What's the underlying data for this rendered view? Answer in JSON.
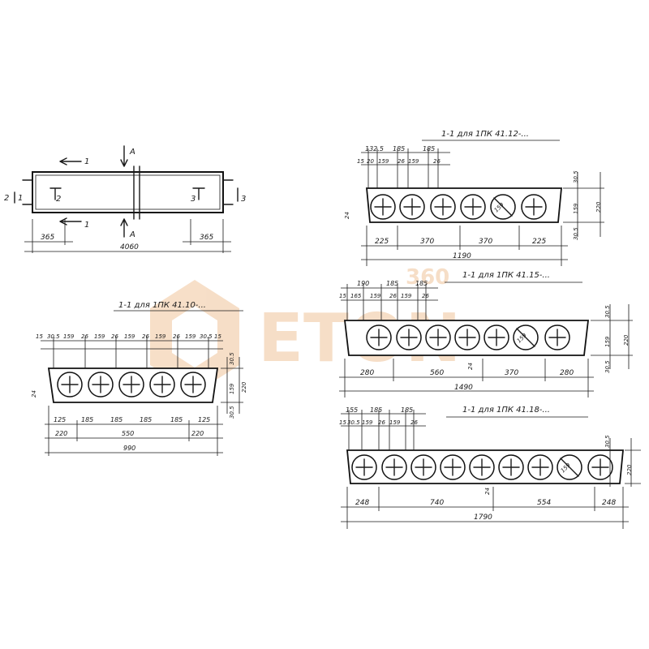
{
  "plan": {
    "labels": {
      "section_a": "A",
      "section_1": "1",
      "section_2": "2",
      "section_3": "3",
      "cut_a_bottom": "A",
      "cut_1_bottom": "1",
      "mark_2": "2",
      "mark_3": "3",
      "mark_1": "1",
      "mark_3b": "3"
    },
    "dims": {
      "left": "365",
      "right": "365",
      "total": "4060"
    }
  },
  "sections": [
    {
      "title": "1-1   для 1ПК 41.10-...",
      "top_dims": [
        "15",
        "30.5",
        "159",
        "26",
        "159",
        "26",
        "159",
        "26",
        "159",
        "26",
        "159",
        "30.5",
        "15"
      ],
      "right_dims": [
        "30.5",
        "159",
        "220",
        "30.5"
      ],
      "left_dim": "24",
      "row1": [
        "125",
        "185",
        "185",
        "185",
        "185",
        "125"
      ],
      "row2": [
        "220",
        "550",
        "220"
      ],
      "total": "990"
    },
    {
      "title": "1-1   для 1ПК 41.12-...",
      "top_row1": [
        "132.5",
        "185",
        "185"
      ],
      "top_row2": [
        "15",
        "20",
        "159",
        "26",
        "159",
        "26"
      ],
      "right_dims": [
        "30.5",
        "159",
        "220",
        "30.5"
      ],
      "left_dim": "24",
      "hole_label": "159",
      "row1": [
        "225",
        "370",
        "370",
        "225"
      ],
      "total": "1190"
    },
    {
      "title": "1-1   для 1ПК 41.15-...",
      "top_row1": [
        "190",
        "185",
        "185"
      ],
      "top_row2": [
        "15",
        "165",
        "159",
        "26",
        "159",
        "26"
      ],
      "right_dims": [
        "30.5",
        "159",
        "220",
        "30.5"
      ],
      "left_dim": "24",
      "hole_label": "159",
      "row1": [
        "280",
        "560",
        "370",
        "280"
      ],
      "total": "1490"
    },
    {
      "title": "1-1   для 1ПК 41.18-...",
      "top_row1": [
        "155",
        "185",
        "185"
      ],
      "top_row2": [
        "15",
        "30.5",
        "159",
        "26",
        "159",
        "26"
      ],
      "right_dims": [
        "30.5",
        "220"
      ],
      "left_dim": "24",
      "hole_label": "159",
      "row1": [
        "248",
        "740",
        "554",
        "248"
      ],
      "total": "1790"
    }
  ],
  "watermark": {
    "text": "ETON",
    "small": "360",
    "color": "#f0c49a"
  }
}
